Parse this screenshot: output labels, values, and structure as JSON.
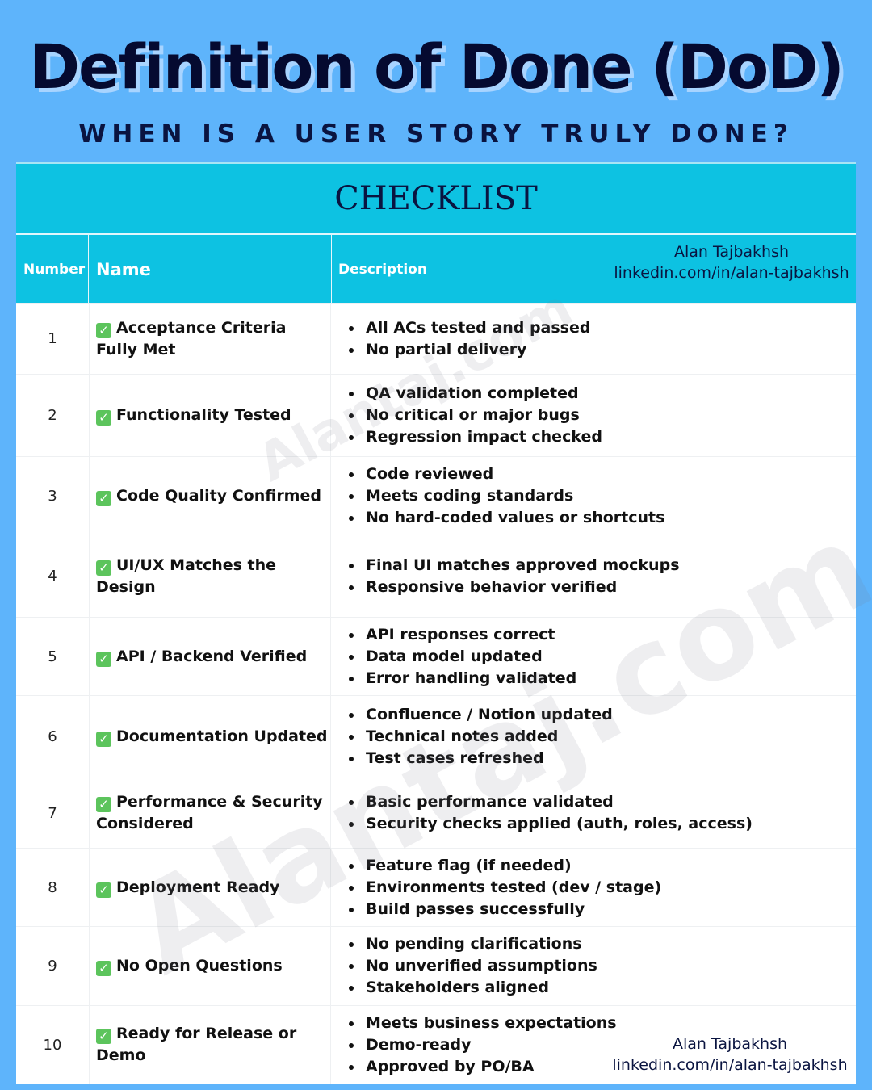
{
  "title": "Definition of Done (DoD)",
  "subtitle": "WHEN IS A USER STORY TRULY DONE?",
  "banner": "CHECKLIST",
  "columns": {
    "number": "Number",
    "name": "Name",
    "description": "Description"
  },
  "credit": {
    "name": "Alan Tajbakhsh",
    "link": "linkedin.com/in/alan-tajbakhsh"
  },
  "watermark": "Alantaj.com",
  "rows": [
    {
      "number": "1",
      "name": "Acceptance Criteria Fully Met",
      "items": [
        "All ACs tested and passed",
        "No partial delivery"
      ]
    },
    {
      "number": "2",
      "name": "Functionality Tested",
      "items": [
        "QA validation completed",
        "No critical or major bugs",
        "Regression impact checked"
      ]
    },
    {
      "number": "3",
      "name": "Code Quality Confirmed",
      "items": [
        "Code reviewed",
        "Meets coding standards",
        "No hard-coded values or shortcuts"
      ]
    },
    {
      "number": "4",
      "name": "UI/UX Matches the Design",
      "items": [
        "Final UI matches approved mockups",
        "Responsive behavior verified"
      ]
    },
    {
      "number": "5",
      "name": "API / Backend Verified",
      "items": [
        "API responses correct",
        "Data model updated",
        "Error handling validated"
      ]
    },
    {
      "number": "6",
      "name": "Documentation Updated",
      "items": [
        "Confluence / Notion updated",
        "Technical notes added",
        "Test cases refreshed"
      ]
    },
    {
      "number": "7",
      "name": "Performance & Security Considered",
      "items": [
        "Basic performance validated",
        "Security checks applied (auth, roles, access)"
      ]
    },
    {
      "number": "8",
      "name": "Deployment Ready",
      "items": [
        "Feature flag (if needed)",
        "Environments tested (dev / stage)",
        "Build passes successfully"
      ]
    },
    {
      "number": "9",
      "name": "No Open Questions",
      "items": [
        "No pending clarifications",
        "No unverified assumptions",
        "Stakeholders aligned"
      ]
    },
    {
      "number": "10",
      "name": "Ready for Release or Demo",
      "items": [
        "Meets business expectations",
        "Demo-ready",
        "Approved by PO/BA"
      ]
    }
  ]
}
